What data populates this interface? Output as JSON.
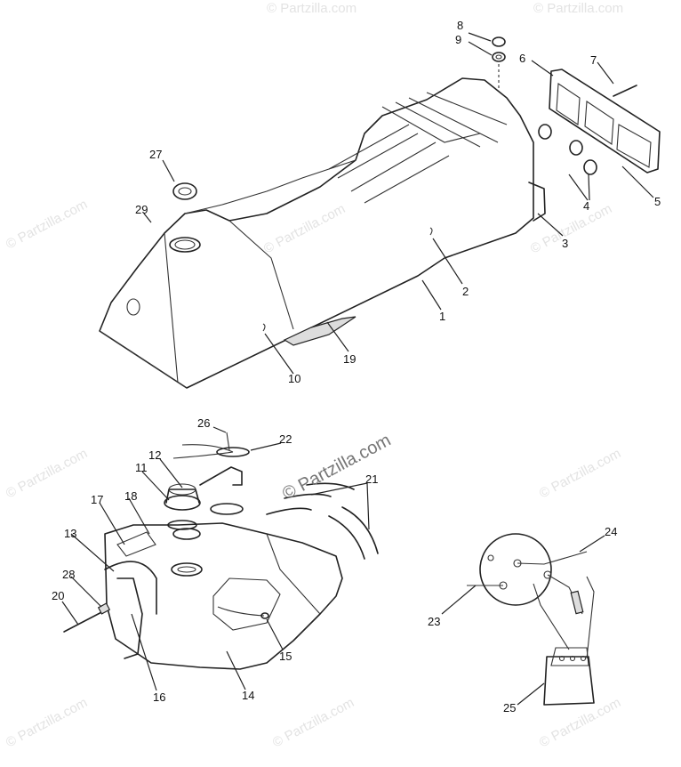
{
  "watermarks": {
    "main": "© Partzilla.com",
    "faint": "© Partzilla.com"
  },
  "callouts": {
    "c1": "1",
    "c2": "2",
    "c3": "3",
    "c4": "4",
    "c5": "5",
    "c6": "6",
    "c7": "7",
    "c8": "8",
    "c9": "9",
    "c10": "10",
    "c11": "11",
    "c12": "12",
    "c13": "13",
    "c14": "14",
    "c15": "15",
    "c16": "16",
    "c17": "17",
    "c18": "18",
    "c19": "19",
    "c20": "20",
    "c21": "21",
    "c22": "22",
    "c23": "23",
    "c24": "24",
    "c25": "25",
    "c26": "26",
    "c27": "27",
    "c28": "28",
    "c29": "29"
  }
}
